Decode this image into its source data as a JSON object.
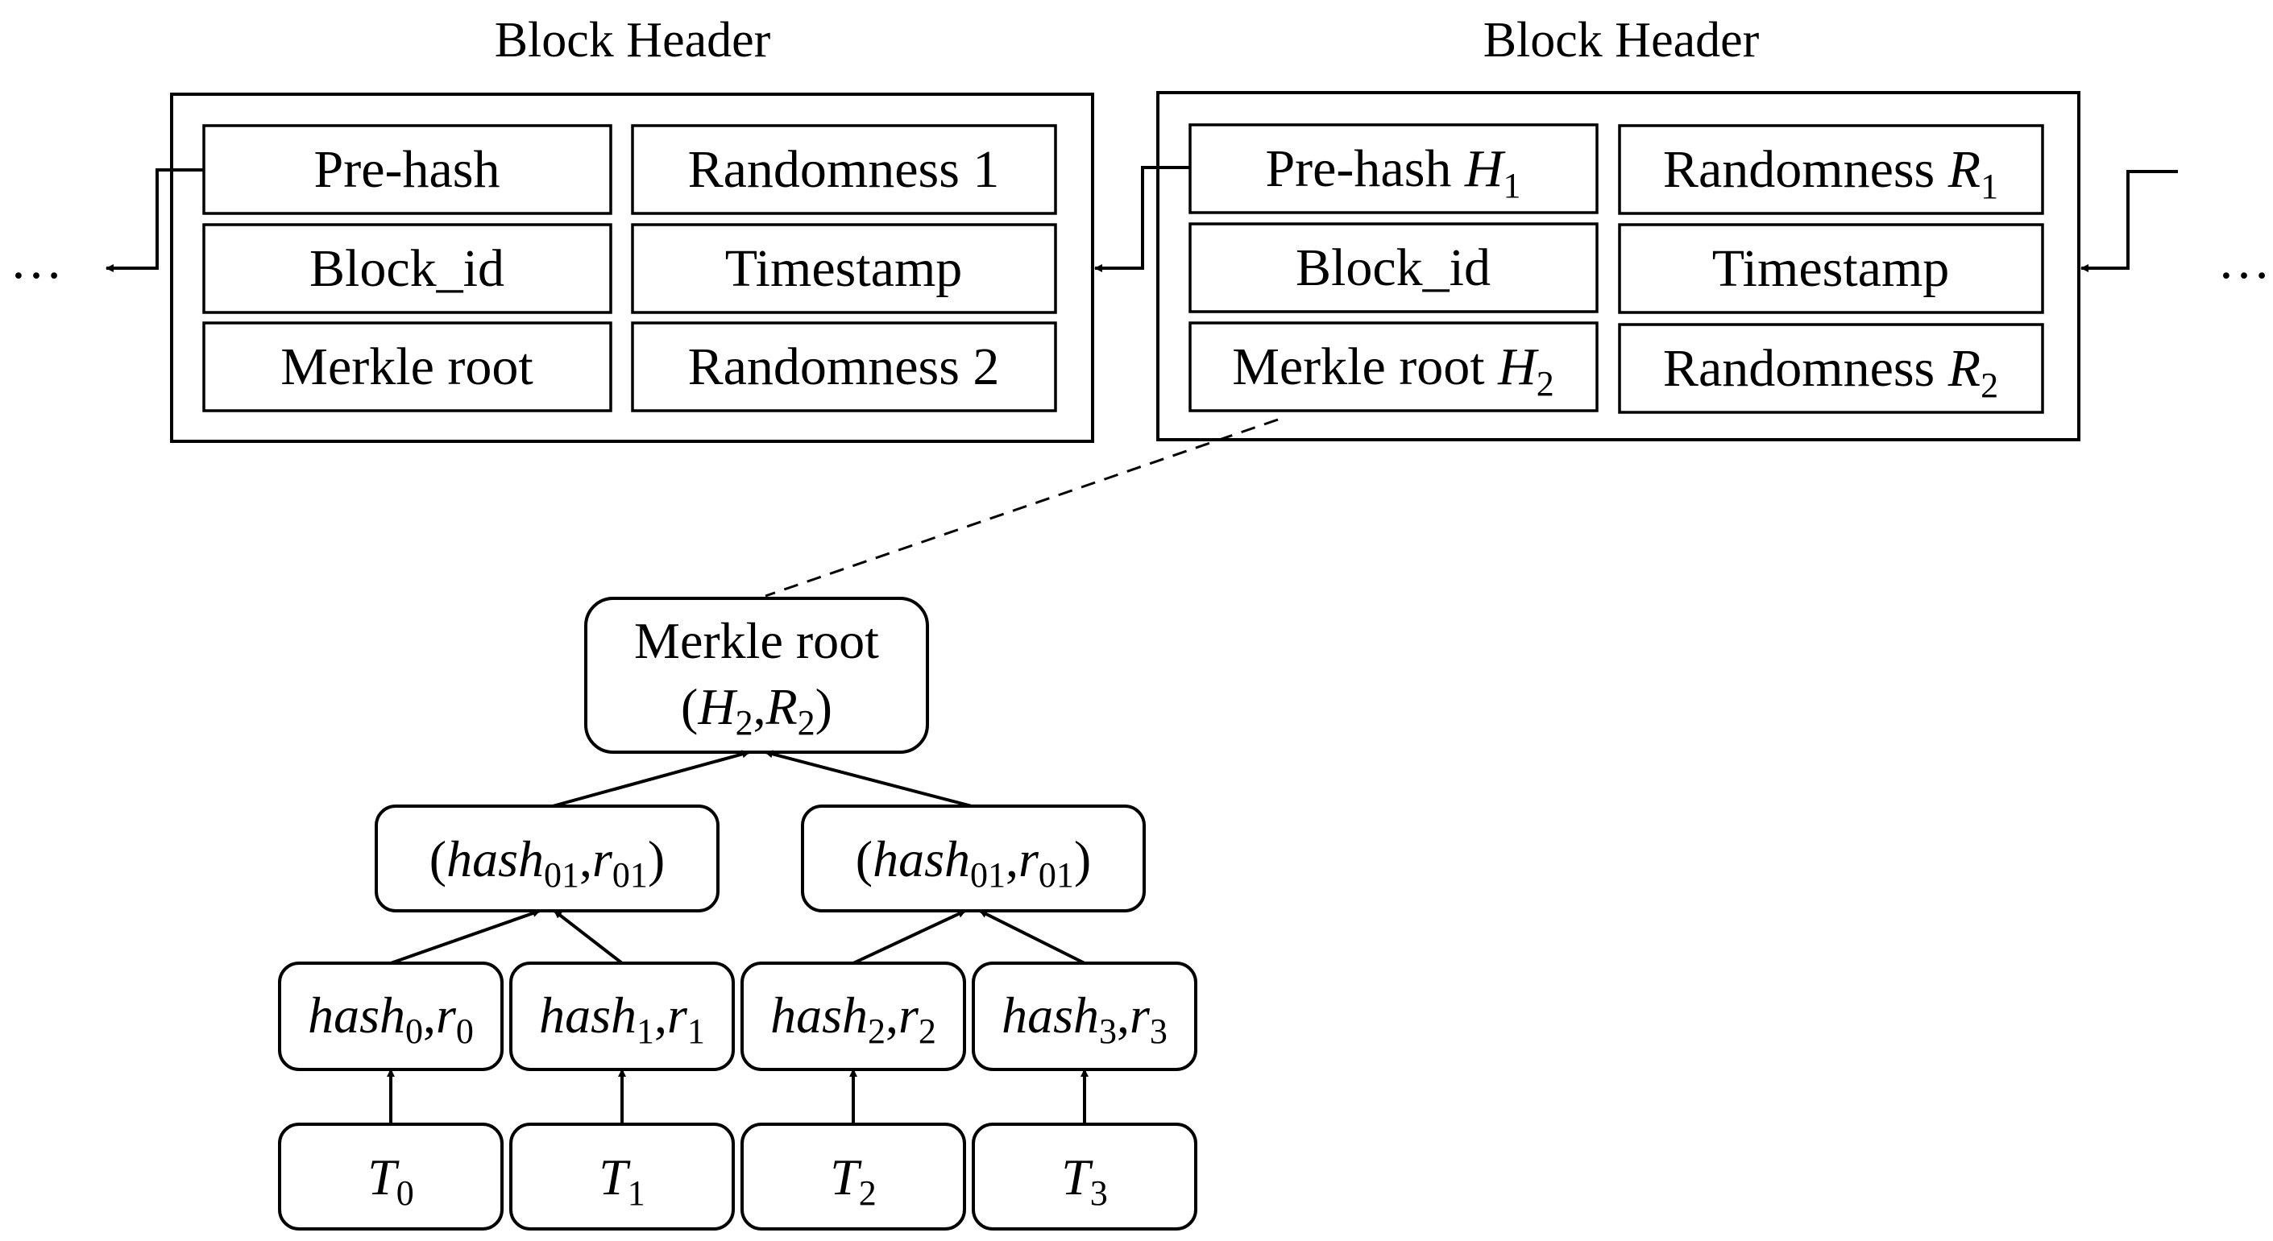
{
  "block_left": {
    "title": "Block Header",
    "prehash": "Pre-hash",
    "rand1": "Randomness 1",
    "block_id": "Block_id",
    "timestamp": "Timestamp",
    "merkle": "Merkle root",
    "rand2": "Randomness 2"
  },
  "block_right": {
    "title": "Block Header",
    "prehash": "Pre-hash",
    "prehash_var": "H",
    "prehash_sub": "1",
    "rand1": "Randomness",
    "rand1_var": "R",
    "rand1_sub": "1",
    "block_id": "Block_id",
    "timestamp": "Timestamp",
    "merkle": "Merkle root",
    "merkle_var": "H",
    "merkle_sub": "2",
    "rand2": "Randomness",
    "rand2_var": "R",
    "rand2_sub": "2"
  },
  "ellipsis_left": "…",
  "ellipsis_right": "…",
  "tree": {
    "root_label": "Merkle root",
    "root_open": "(",
    "root_h": "H",
    "root_h_sub": "2",
    "root_comma": ",",
    "root_r": "R",
    "root_r_sub": "2",
    "root_close": ")",
    "mid": [
      {
        "open": "(",
        "hash": "hash",
        "hash_sub": "01",
        "comma": ",",
        "r": "r",
        "r_sub": "01",
        "close": ")"
      },
      {
        "open": "(",
        "hash": "hash",
        "hash_sub": "01",
        "comma": ",",
        "r": "r",
        "r_sub": "01",
        "close": ")"
      }
    ],
    "leaves": [
      {
        "hash": "hash",
        "hash_sub": "0",
        "comma": ",",
        "r": "r",
        "r_sub": "0"
      },
      {
        "hash": "hash",
        "hash_sub": "1",
        "comma": ",",
        "r": "r",
        "r_sub": "1"
      },
      {
        "hash": "hash",
        "hash_sub": "2",
        "comma": ",",
        "r": "r",
        "r_sub": "2"
      },
      {
        "hash": "hash",
        "hash_sub": "3",
        "comma": ",",
        "r": "r",
        "r_sub": "3"
      }
    ],
    "transactions": [
      {
        "var": "T",
        "sub": "0"
      },
      {
        "var": "T",
        "sub": "1"
      },
      {
        "var": "T",
        "sub": "2"
      },
      {
        "var": "T",
        "sub": "3"
      }
    ]
  }
}
